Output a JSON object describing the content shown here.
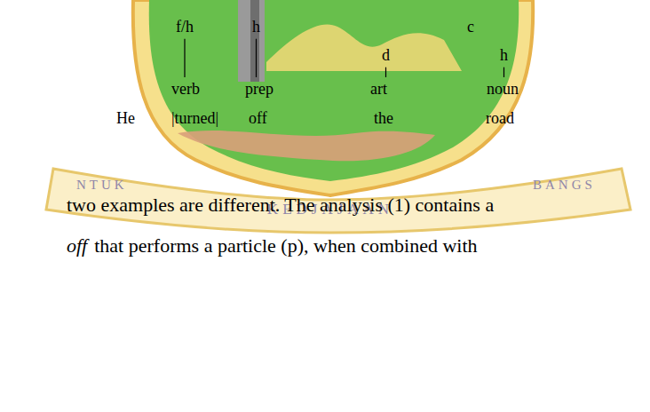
{
  "diagram": {
    "labels": [
      "f/h",
      "h",
      "c",
      "d",
      "h",
      "verb",
      "prep",
      "art",
      "noun",
      "He",
      "|turned|",
      "off",
      "the",
      "road",
      "NTUK",
      "KEDJAJAAN",
      "BANGS",
      "two examples are different. The analysis (1) contains a",
      "off",
      "that performs a particle (p), when combined with"
    ]
  }
}
